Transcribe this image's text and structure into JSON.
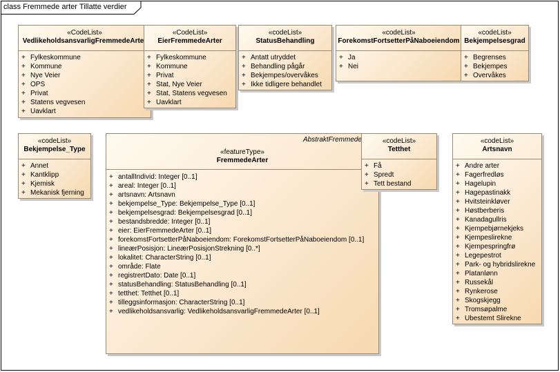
{
  "frame": {
    "label": "class Fremmede arter Tillatte verdier"
  },
  "boxes": {
    "vedlikehold": {
      "stereotype": "«CodeList»",
      "name": "VedlikeholdsansvarligFremmedeArter",
      "items": [
        "Fylkeskommune",
        "Kommune",
        "Nye Veier",
        "OPS",
        "Privat",
        "Statens vegvesen",
        "Uavklart"
      ]
    },
    "eier": {
      "stereotype": "«CodeList»",
      "name": "EierFremmedeArter",
      "items": [
        "Fylkeskommune",
        "Kommune",
        "Privat",
        "Stat, Nye Veier",
        "Stat, Statens vegvesen",
        "Uavklart"
      ]
    },
    "status": {
      "stereotype": "«codeList»",
      "name": "StatusBehandling",
      "items": [
        "Antatt utryddet",
        "Behandling pågår",
        "Bekjempes/overvåkes",
        "Ikke tidligere behandlet"
      ]
    },
    "forekomst": {
      "stereotype": "«codeList»",
      "name": "ForekomstFortsetterPåNaboeiendom",
      "items": [
        "Ja",
        "Nei"
      ]
    },
    "bekjempelsesgrad": {
      "stereotype": "«codeList»",
      "name": "Bekjempelsesgrad",
      "items": [
        "Begrenses",
        "Bekjempes",
        "Overvåkes"
      ]
    },
    "bekjempelseType": {
      "stereotype": "«codeList»",
      "name": "Bekjempelse_Type",
      "items": [
        "Annet",
        "Kantklipp",
        "Kjemisk",
        "Mekanisk fjerning"
      ]
    },
    "fremmede": {
      "abstract": "AbstraktFremmede",
      "stereotype": "«featureType»",
      "name": "FremmedeArter",
      "items": [
        "antallIndivid: Integer [0..1]",
        "areal: Integer [0..1]",
        "artsnavn: Artsnavn",
        "bekjempelse_Type: Bekjempelse_Type [0..1]",
        "bekjempelsesgrad: Bekjempelsesgrad [0..1]",
        "bestandsbredde: Integer [0..1]",
        "eier: EierFremmedeArter [0..1]",
        "forekomstFortsetterPåNaboeiendom: ForekomstFortsetterPåNaboeiendom [0..1]",
        "lineærPosisjon: LineærPosisjonStrekning [0..*]",
        "lokalitet: CharacterString [0..1]",
        "område: Flate",
        "registrertDato: Date [0..1]",
        "statusBehandling: StatusBehandling [0..1]",
        "tetthet: Tetthet [0..1]",
        "tilleggsinformasjon: CharacterString [0..1]",
        "vedlikeholdsansvarlig: VedlikeholdsansvarligFremmedeArter [0..1]"
      ]
    },
    "tetthet": {
      "stereotype": "«codeList»",
      "name": "Tetthet",
      "items": [
        "Få",
        "Spredt",
        "Tett bestand"
      ]
    },
    "artsnavn": {
      "stereotype": "«codeList»",
      "name": "Artsnavn",
      "items": [
        "Andre arter",
        "Fagerfredløs",
        "Hagelupin",
        "Hagepastinakk",
        "Hvitsteinkløver",
        "Høstberberis",
        "Kanadagullris",
        "Kjempebjørnekjeks",
        "Kjempeslirekne",
        "Kjempespringfrø",
        "Legepestrot",
        "Park- og hybridslirekne",
        "Platanlønn",
        "Russekål",
        "Rynkerose",
        "Skogskjegg",
        "Tromsøpalme",
        "Ubestemt Slirekne"
      ]
    }
  }
}
